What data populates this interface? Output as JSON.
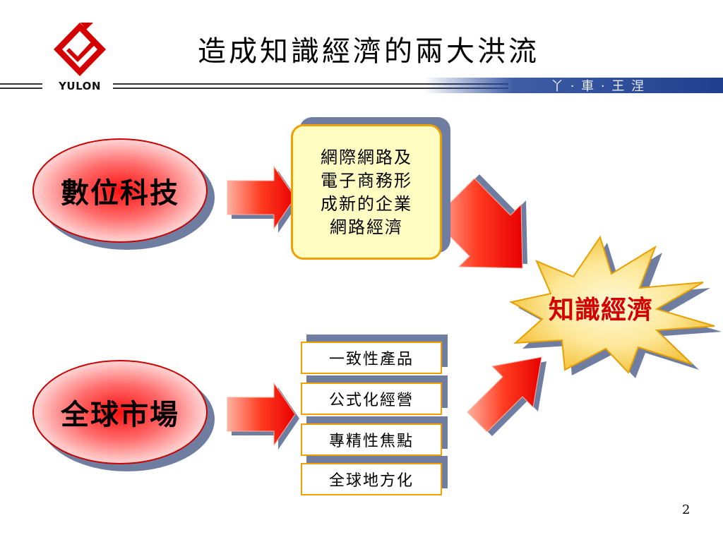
{
  "header": {
    "title": "造成知識經濟的兩大洪流",
    "brand": "YULON",
    "slogan": "丫 · 車 · 王 涅"
  },
  "nodes": {
    "digital_tech": "數位科技",
    "global_market": "全球市場",
    "internet_ecommerce": [
      "網際網路及",
      "電子商務形",
      "成新的企業",
      "網路經濟"
    ],
    "market_items": [
      "一致性產品",
      "公式化經營",
      "專精性焦點",
      "全球地方化"
    ],
    "knowledge_economy": "知識經濟"
  },
  "footer": {
    "page_number": "2"
  },
  "colors": {
    "accent_red": "#cc0000",
    "box_fill": "#fffdc2",
    "box_border": "#f0a000",
    "shadow": "#6f7ea0",
    "band_blue": "#1f3f8f"
  }
}
